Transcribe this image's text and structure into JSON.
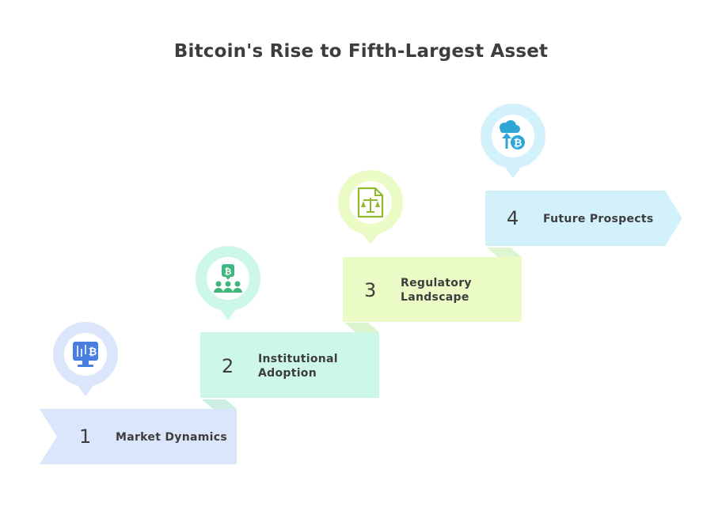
{
  "title": "Bitcoin's Rise to Fifth-Largest Asset",
  "steps": [
    {
      "number": "1",
      "label_lines": [
        "Market Dynamics"
      ],
      "icon": "monitor-bitcoin-chart-icon",
      "color": "#dce6fb",
      "pin_color": "#dce6fb",
      "icon_color": "#4a7de0"
    },
    {
      "number": "2",
      "label_lines": [
        "Institutional",
        "Adoption"
      ],
      "icon": "bitcoin-group-icon",
      "color": "#cdf7e6",
      "pin_color": "#cdf7e6",
      "icon_color": "#3fb77e"
    },
    {
      "number": "3",
      "label_lines": [
        "Regulatory",
        "Landscape"
      ],
      "icon": "document-scale-icon",
      "color": "#eafbc5",
      "pin_color": "#eafbc5",
      "icon_color": "#8fb82e"
    },
    {
      "number": "4",
      "label_lines": [
        "Future Prospects"
      ],
      "icon": "cloud-bitcoin-upload-icon",
      "color": "#d3f1fb",
      "pin_color": "#d3f1fb",
      "icon_color": "#2ea6d6"
    }
  ]
}
